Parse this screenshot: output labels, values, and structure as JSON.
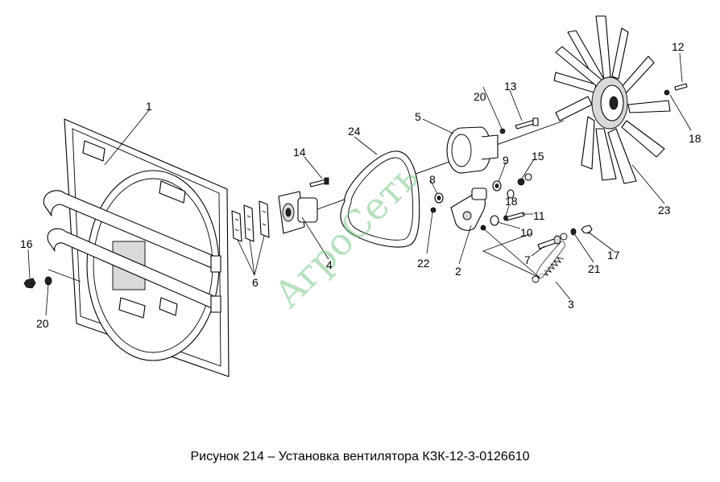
{
  "caption": "Рисунок 214 – Установка вентилятора КЗК-12-3-0126610",
  "watermark": "АгроСеть",
  "watermark_color": "#7cc98a",
  "callouts": {
    "c1": "1",
    "c2": "2",
    "c3": "3",
    "c4": "4",
    "c5": "5",
    "c6": "6",
    "c7": "7",
    "c8": "8",
    "c9": "9",
    "c10": "10",
    "c11": "11",
    "c12": "12",
    "c13": "13",
    "c14": "14",
    "c15": "15",
    "c16": "16",
    "c17": "17",
    "c18a": "18",
    "c18b": "18",
    "c20a": "20",
    "c20b": "20",
    "c21": "21",
    "c22": "22",
    "c23": "23",
    "c24": "24"
  }
}
